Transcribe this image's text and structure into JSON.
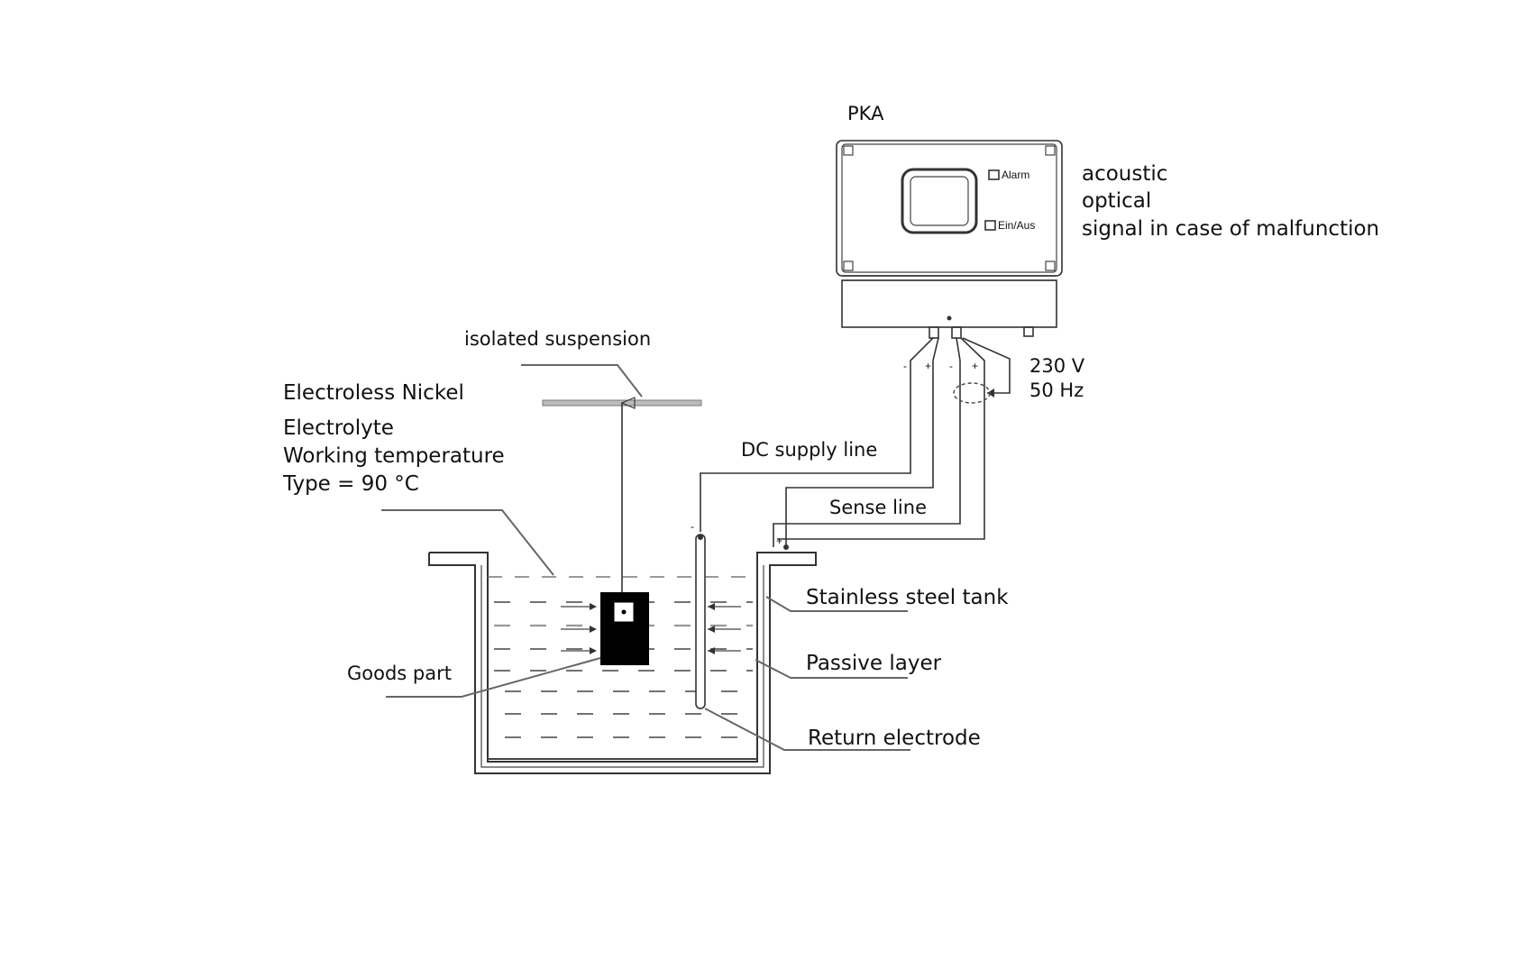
{
  "device": {
    "name": "PKA",
    "button_alarm": "Alarm",
    "button_power": "Ein/Aus"
  },
  "signal": {
    "line1": "acoustic",
    "line2": "optical",
    "line3": "signal in case of malfunction"
  },
  "mains": {
    "voltage": "230 V",
    "frequency": "50 Hz"
  },
  "labels": {
    "isolated_suspension": "isolated suspension",
    "electrolyte_title": "Electroless Nickel",
    "electrolyte_line1": "Electrolyte",
    "electrolyte_line2": "Working temperature",
    "electrolyte_line3": "Type = 90 °C",
    "dc_supply_line": "DC supply line",
    "sense_line": "Sense line",
    "stainless_steel_tank": "Stainless steel tank",
    "passive_layer": "Passive layer",
    "goods_part": "Goods part",
    "return_electrode": "Return electrode"
  },
  "polarity": {
    "plus": "+",
    "minus": "-"
  }
}
